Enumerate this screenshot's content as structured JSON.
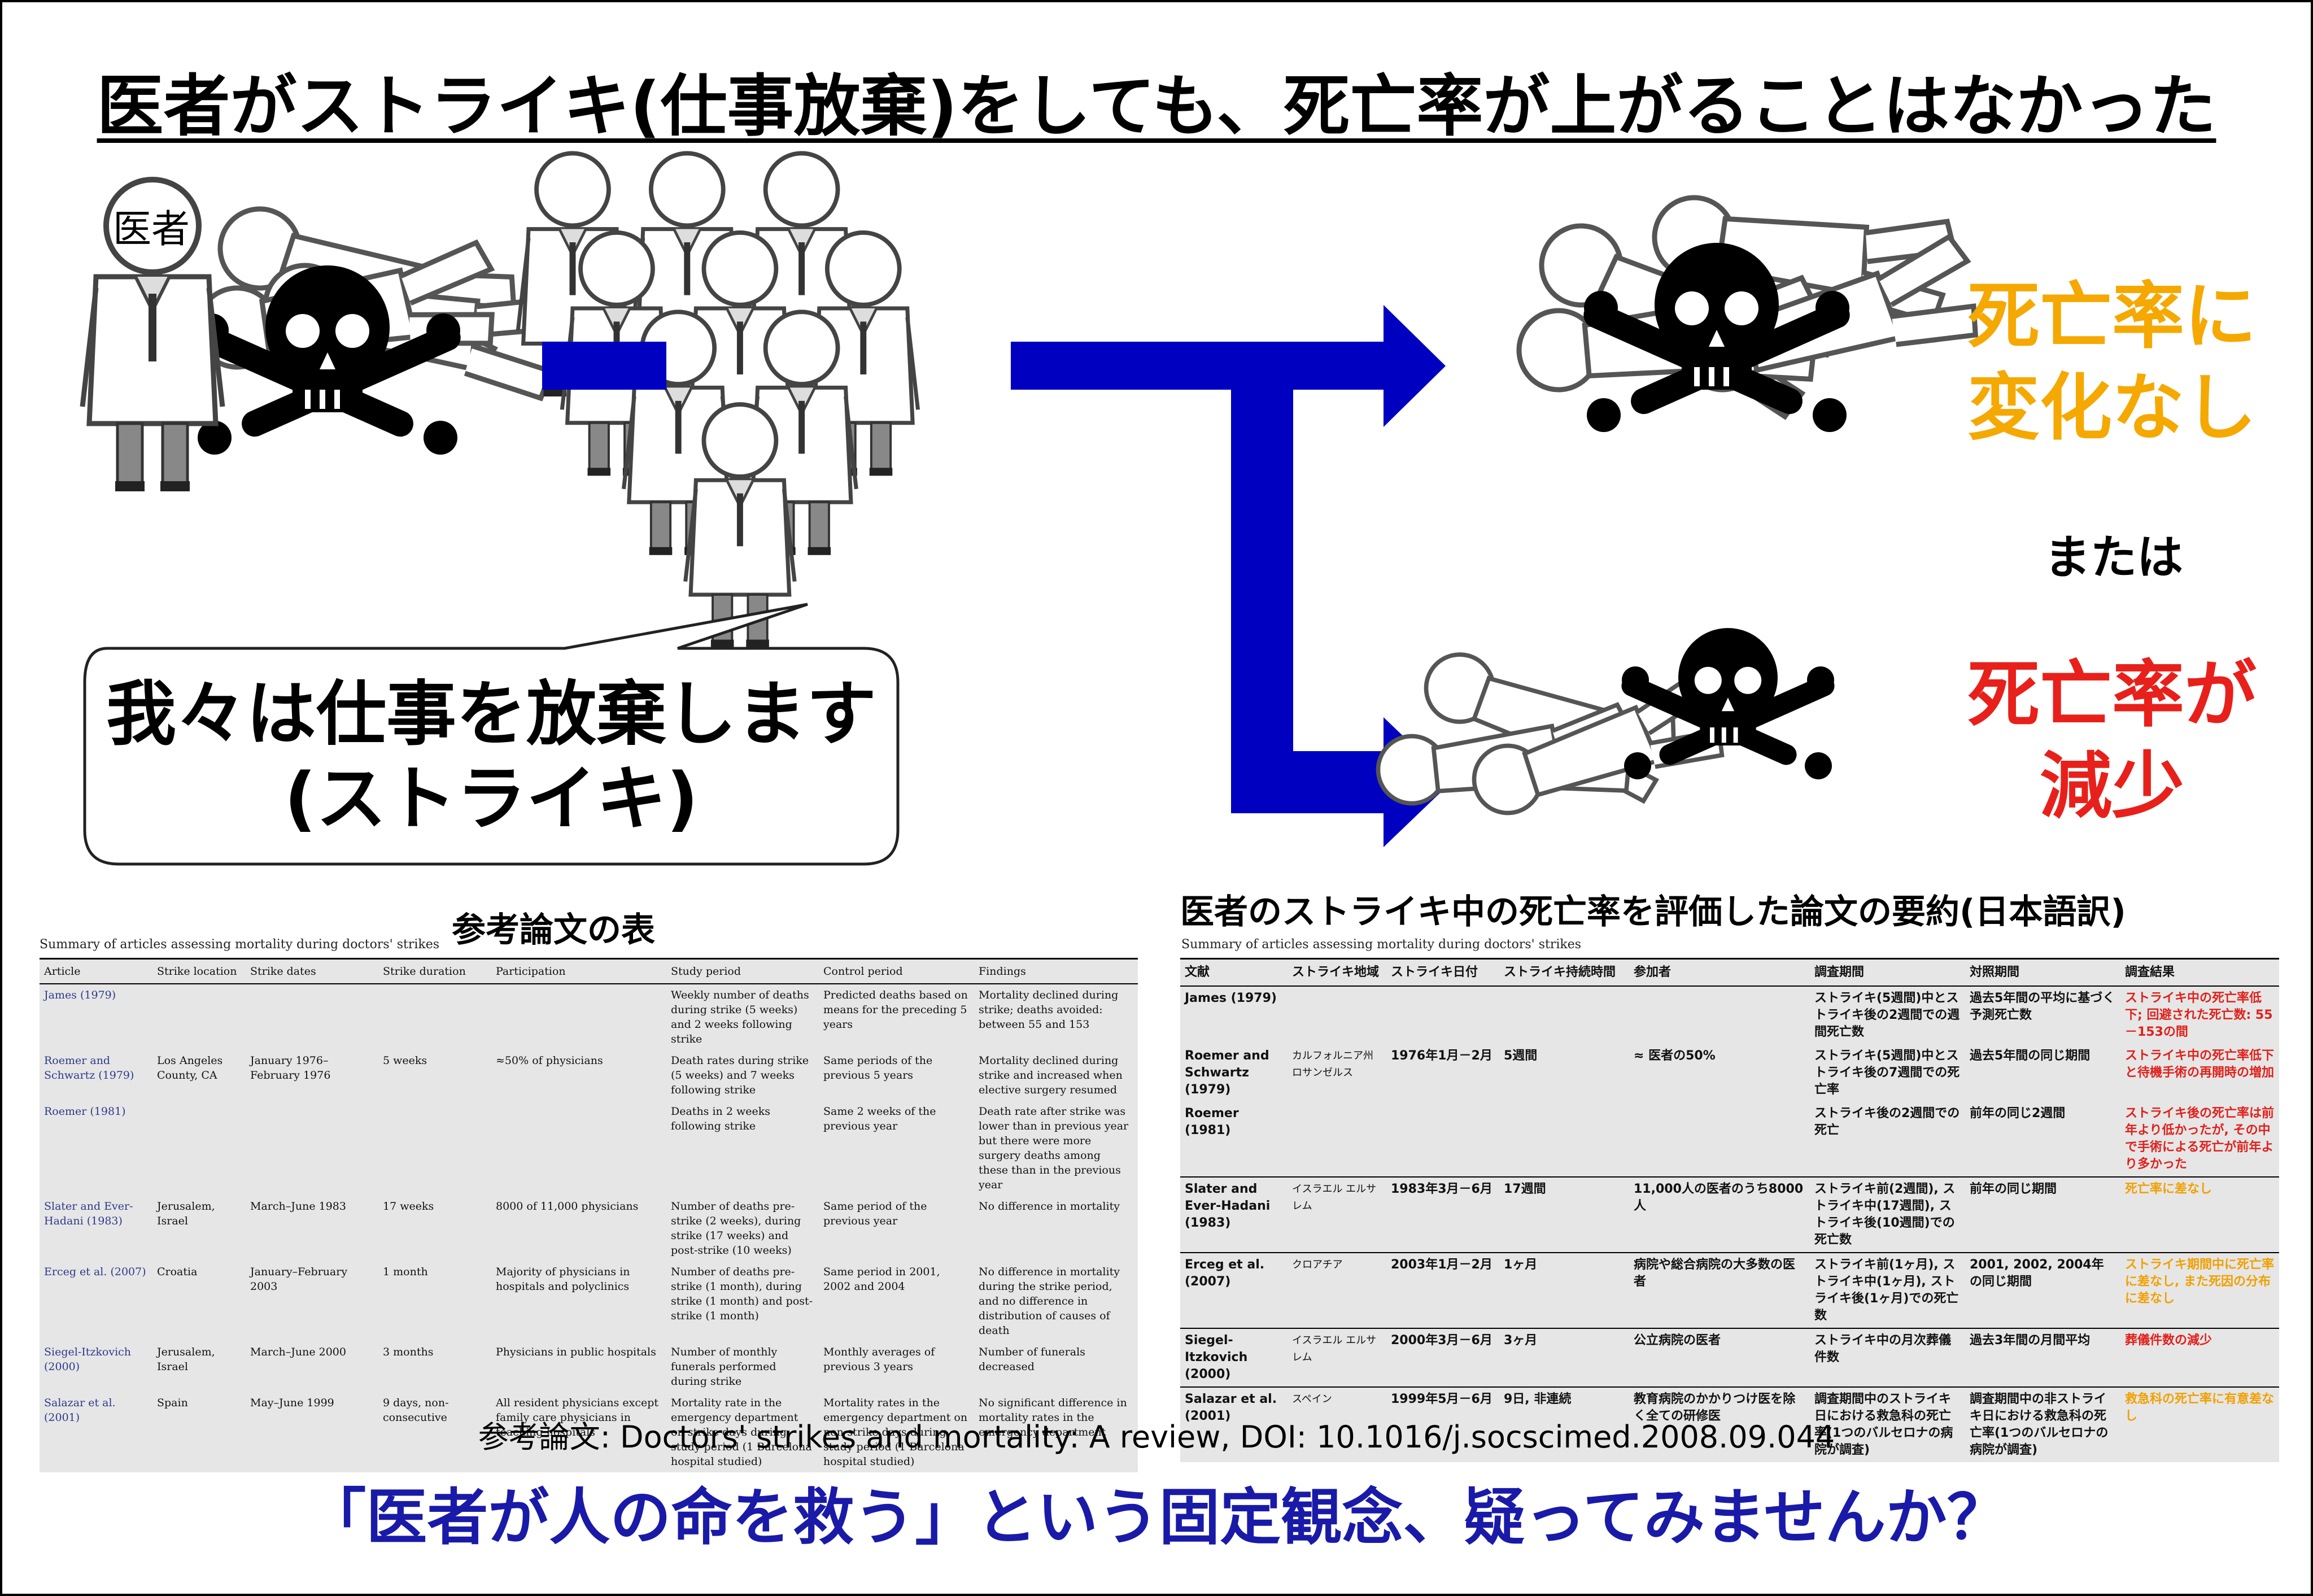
{
  "title": "医者がストライキ(仕事放棄)をしても、死亡率が上がることはなかった",
  "doctor_label": "医者",
  "speech_line1": "我々は仕事を放棄します",
  "speech_line2": "(ストライキ)",
  "result_top": {
    "line1": "死亡率に",
    "line2": "変化なし",
    "color": "#f5a800"
  },
  "or_text": "または",
  "result_bottom": {
    "line1": "死亡率が",
    "line2": "減少",
    "color": "#e8201b"
  },
  "arrow_color": "#0000c0",
  "left_table": {
    "heading": "参考論文の表",
    "caption": "Summary of articles assessing mortality during doctors' strikes",
    "columns": [
      "Article",
      "Strike location",
      "Strike dates",
      "Strike duration",
      "Participation",
      "Study period",
      "Control period",
      "Findings"
    ],
    "rows": [
      [
        "James (1979)",
        "",
        "",
        "",
        "",
        "Weekly number of deaths during strike (5 weeks) and 2 weeks following strike",
        "Predicted deaths based on means for the preceding 5 years",
        "Mortality declined during strike; deaths avoided: between 55 and 153"
      ],
      [
        "Roemer and Schwartz (1979)",
        "Los Angeles County, CA",
        "January 1976–February 1976",
        "5 weeks",
        "≈50% of physicians",
        "Death rates during strike (5 weeks) and 7 weeks following strike",
        "Same periods of the previous 5 years",
        "Mortality declined during strike and increased when elective surgery resumed"
      ],
      [
        "Roemer (1981)",
        "",
        "",
        "",
        "",
        "Deaths in 2 weeks following strike",
        "Same 2 weeks of the previous year",
        "Death rate after strike was lower than in previous year but there were more surgery deaths among these than in the previous year"
      ],
      [
        "Slater and Ever-Hadani (1983)",
        "Jerusalem, Israel",
        "March–June 1983",
        "17 weeks",
        "8000 of 11,000 physicians",
        "Number of deaths pre-strike (2 weeks), during strike (17 weeks) and post-strike (10 weeks)",
        "Same period of the previous year",
        "No difference in mortality"
      ],
      [
        "Erceg et al. (2007)",
        "Croatia",
        "January–February 2003",
        "1 month",
        "Majority of physicians in hospitals and polyclinics",
        "Number of deaths pre-strike (1 month), during strike (1 month) and post-strike (1 month)",
        "Same period in 2001, 2002 and 2004",
        "No difference in mortality during the strike period, and no difference in distribution of causes of death"
      ],
      [
        "Siegel-Itzkovich (2000)",
        "Jerusalem, Israel",
        "March–June 2000",
        "3 months",
        "Physicians in public hospitals",
        "Number of monthly funerals performed during strike",
        "Monthly averages of previous 3 years",
        "Number of funerals decreased"
      ],
      [
        "Salazar et al. (2001)",
        "Spain",
        "May–June 1999",
        "9 days, non-consecutive",
        "All resident physicians except family care physicians in teaching hospitals",
        "Mortality rate in the emergency department on strike days during study period (1 Barcelona hospital studied)",
        "Mortality rates in the emergency department on non-strike days during study period (1 Barcelona hospital studied)",
        "No significant difference in mortality rates in the emergency department"
      ]
    ]
  },
  "right_table": {
    "heading": "医者のストライキ中の死亡率を評価した論文の要約(日本語訳)",
    "caption": "Summary of articles assessing mortality during doctors' strikes",
    "columns": [
      "文献",
      "ストライキ地域",
      "ストライキ日付",
      "ストライキ持続時間",
      "参加者",
      "調査期間",
      "対照期間",
      "調査結果"
    ],
    "rows": [
      [
        "James (1979)",
        "",
        "",
        "",
        "",
        "ストライキ(5週間)中とストライキ後の2週間での週間死亡数",
        "過去5年間の平均に基づく予測死亡数",
        "ストライキ中の死亡率低下; 回避された死亡数: 55－153の間"
      ],
      [
        "Roemer and Schwartz (1979)",
        "カルフォルニア州 ロサンゼルス",
        "1976年1月－2月",
        "5週間",
        "≈ 医者の50%",
        "ストライキ(5週間)中とストライキ後の7週間での死亡率",
        "過去5年間の同じ期間",
        "ストライキ中の死亡率低下と待機手術の再開時の増加"
      ],
      [
        "Roemer (1981)",
        "",
        "",
        "",
        "",
        "ストライキ後の2週間での死亡",
        "前年の同じ2週間",
        "ストライキ後の死亡率は前年より低かったが, その中で手術による死亡が前年より多かった"
      ],
      [
        "Slater and Ever-Hadani (1983)",
        "イスラエル エルサレム",
        "1983年3月－6月",
        "17週間",
        "11,000人の医者のうち8000人",
        "ストライキ前(2週間), ストライキ中(17週間), ストライキ後(10週間)での死亡数",
        "前年の同じ期間",
        "死亡率に差なし"
      ],
      [
        "Erceg et al. (2007)",
        "クロアチア",
        "2003年1月－2月",
        "1ヶ月",
        "病院や総合病院の大多数の医者",
        "ストライキ前(1ヶ月), ストライキ中(1ヶ月), ストライキ後(1ヶ月)での死亡数",
        "2001, 2002, 2004年の同じ期間",
        "ストライキ期間中に死亡率に差なし, また死因の分布に差なし"
      ],
      [
        "Siegel-Itzkovich (2000)",
        "イスラエル エルサレム",
        "2000年3月－6月",
        "3ヶ月",
        "公立病院の医者",
        "ストライキ中の月次葬儀件数",
        "過去3年間の月間平均",
        "葬儀件数の減少"
      ],
      [
        "Salazar et al. (2001)",
        "スペイン",
        "1999年5月－6月",
        "9日, 非連続",
        "教育病院のかかりつけ医を除く全ての研修医",
        "調査期間中のストライキ日における救急科の死亡率(1つのバルセロナの病院が調査)",
        "調査期間中の非ストライキ日における救急科の死亡率(1つのバルセロナの病院が調査)",
        "救急科の死亡率に有意差なし"
      ]
    ]
  },
  "reference": "参考論文: Doctors' strikes and mortality: A review,  DOI: 10.1016/j.socscimed.2008.09.044",
  "bottom_message": "「医者が人の命を救う」という固定観念、疑ってみませんか？"
}
